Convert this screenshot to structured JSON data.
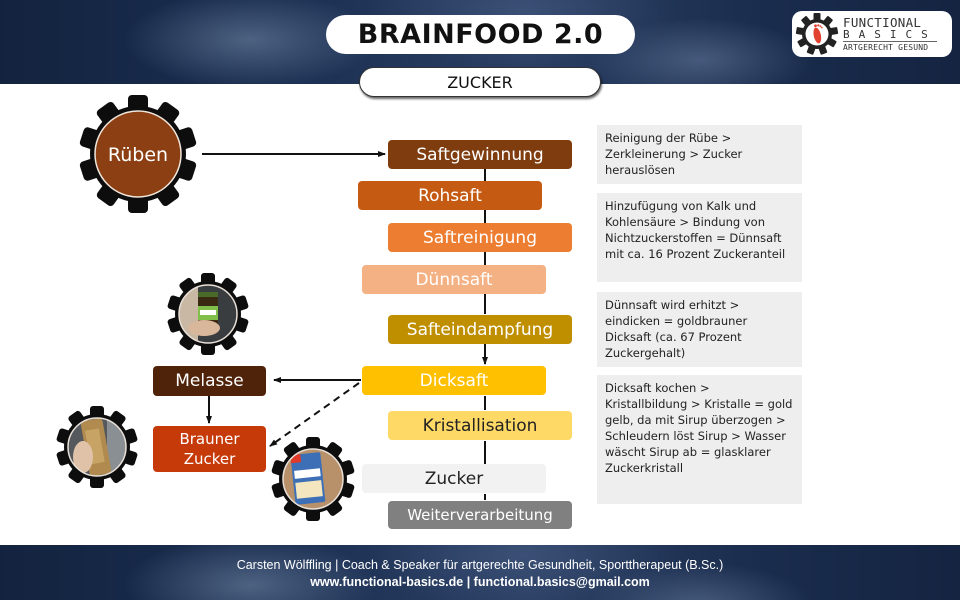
{
  "header": {
    "title": "BRAINFOOD 2.0",
    "subtitle": "ZUCKER"
  },
  "logo": {
    "line1": "FUNCTIONAL",
    "line2": "BASICS",
    "line3": "ARTGERECHT GESUND",
    "icon": "gear-footprint-icon",
    "foot_color": "#e2412f"
  },
  "source": {
    "label": "Rüben",
    "color": "#8b3f12"
  },
  "steps": [
    {
      "label": "Saftgewinnung",
      "color": "#7e3c0f",
      "text_color": "#ffffff"
    },
    {
      "label": "Rohsaft",
      "color": "#c55a12",
      "text_color": "#ffffff"
    },
    {
      "label": "Saftreinigung",
      "color": "#ed7d31",
      "text_color": "#ffffff"
    },
    {
      "label": "Dünnsaft",
      "color": "#f4b183",
      "text_color": "#ffffff"
    },
    {
      "label": "Safteindampfung",
      "color": "#bf8f00",
      "text_color": "#ffffff"
    },
    {
      "label": "Dicksaft",
      "color": "#ffc000",
      "text_color": "#ffffff"
    },
    {
      "label": "Kristallisation",
      "color": "#ffd966",
      "text_color": "#222222"
    },
    {
      "label": "Zucker",
      "color": "#f2f2f2",
      "text_color": "#222222"
    },
    {
      "label": "Weiterverarbeitung",
      "color": "#808080",
      "text_color": "#ffffff"
    }
  ],
  "side_products": [
    {
      "label": "Melasse",
      "color": "#4f220a",
      "image": "melasse-jar-photo"
    },
    {
      "label": "Brauner Zucker",
      "line1": "Brauner",
      "line2": "Zucker",
      "color": "#c63a0a",
      "image": "brown-sugar-bag-photo"
    }
  ],
  "sugar_image": "white-sugar-bag-photo",
  "info_boxes": [
    {
      "text": "Reinigung der Rübe > Zerkleinerung > Zucker herauslösen"
    },
    {
      "text": "Hinzufügung von Kalk und Kohlensäure > Bindung von Nichtzuckerstoffen = Dünnsaft mit ca. 16 Prozent Zuckeranteil"
    },
    {
      "text": "Dünnsaft wird erhitzt > eindicken = goldbrauner Dicksaft (ca. 67 Prozent Zuckergehalt)"
    },
    {
      "text": "Dicksaft kochen > Kristallbildung > Kristalle = gold gelb, da mit Sirup überzogen > Schleudern löst Sirup > Wasser wäscht Sirup ab = glasklarer Zuckerkristall"
    }
  ],
  "footer": {
    "line1": "Carsten Wölffling | Coach & Speaker für artgerechte Gesundheit, Sporttherapeut (B.Sc.)",
    "line2": "www.functional-basics.de | functional.basics@gmail.com"
  }
}
